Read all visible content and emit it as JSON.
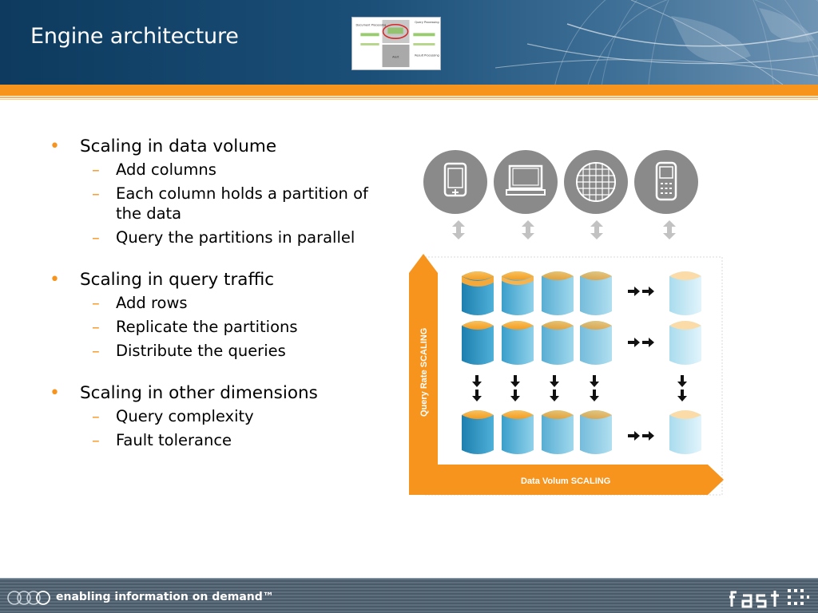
{
  "slide": {
    "title": "Engine architecture",
    "footer_tagline": "enabling information on demand™",
    "logo": "fast-logo"
  },
  "thumbnail": {
    "labels": [
      "Document Processing",
      "Query Processing",
      "Alert",
      "Result Processing"
    ]
  },
  "bullets": [
    {
      "text": "Scaling in data volume",
      "subs": [
        "Add columns",
        "Each column holds a partition of the data",
        "Query the partitions in parallel"
      ]
    },
    {
      "text": "Scaling in query traffic",
      "subs": [
        "Add rows",
        "Replicate the partitions",
        "Distribute the queries"
      ]
    },
    {
      "text": "Scaling in other dimensions",
      "subs": [
        "Query complexity",
        "Fault tolerance"
      ]
    }
  ],
  "diagram": {
    "y_axis_label": "Query Rate SCALING",
    "x_axis_label": "Data Volum SCALING",
    "devices": [
      "tablet-icon",
      "computer-icon",
      "globe-icon",
      "phone-icon"
    ],
    "accent": "#f7941d"
  }
}
